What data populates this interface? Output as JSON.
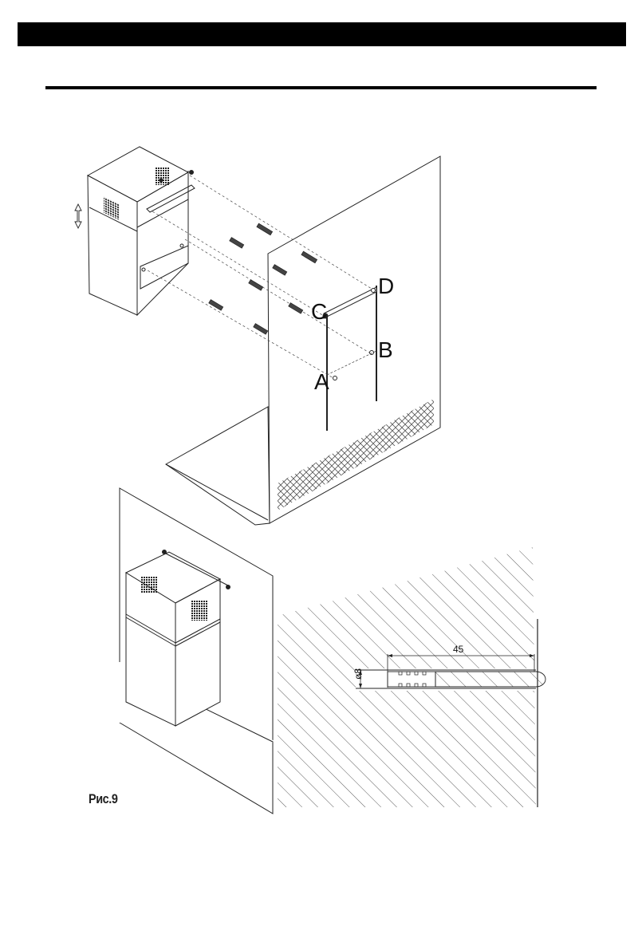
{
  "header": {},
  "figure": {
    "points": {
      "a": "A",
      "b": "B",
      "c": "C",
      "d": "D"
    },
    "dimension_length": "45",
    "dimension_diameter": "ø8",
    "caption": "Рис.9"
  },
  "colors": {
    "ink": "#111111",
    "bar": "#000000"
  }
}
